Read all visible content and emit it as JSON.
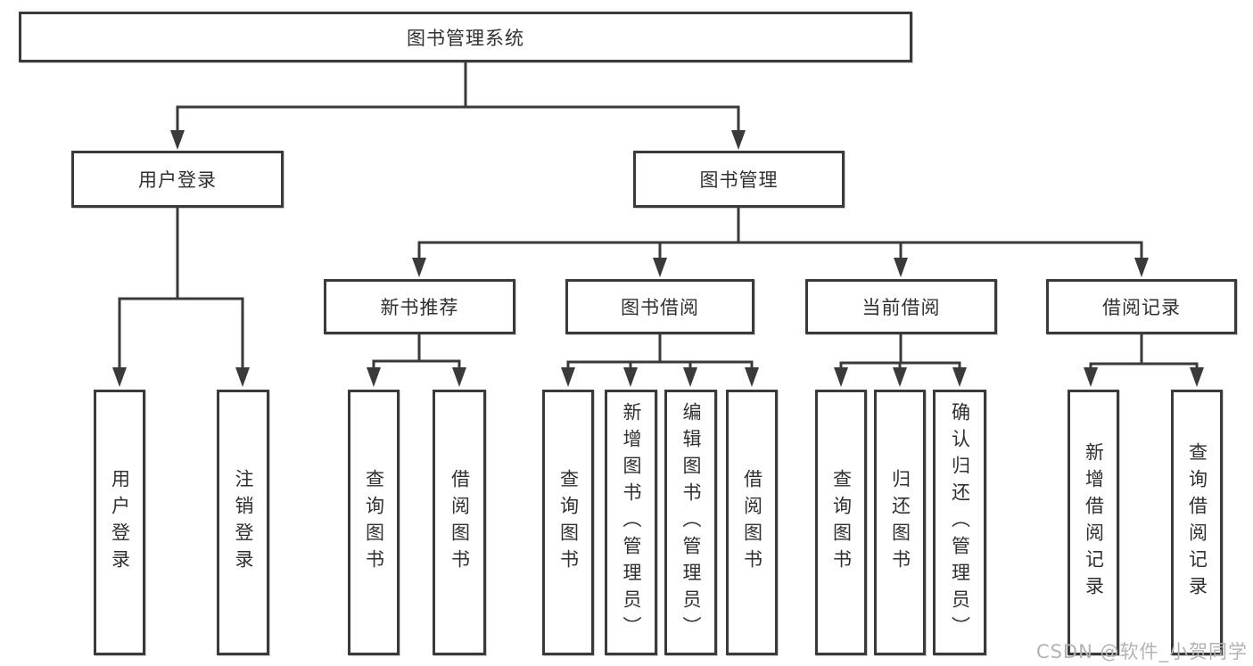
{
  "diagram_type": "hierarchy-tree",
  "colors": {
    "line": "#3a3a3a",
    "box_border": "#3a3a3a",
    "text": "#303030",
    "background": "#ffffff",
    "watermark": "#b3b3b3"
  },
  "tree": {
    "label": "图书管理系统",
    "children": [
      {
        "label": "用户登录",
        "children": [
          {
            "label": "用户登录"
          },
          {
            "label": "注销登录"
          }
        ]
      },
      {
        "label": "图书管理",
        "children": [
          {
            "label": "新书推荐",
            "children": [
              {
                "label": "查询图书"
              },
              {
                "label": "借阅图书"
              }
            ]
          },
          {
            "label": "图书借阅",
            "children": [
              {
                "label": "查询图书"
              },
              {
                "label": "新增图书（管理员）"
              },
              {
                "label": "编辑图书（管理员）"
              },
              {
                "label": "借阅图书"
              }
            ]
          },
          {
            "label": "当前借阅",
            "children": [
              {
                "label": "查询图书"
              },
              {
                "label": "归还图书"
              },
              {
                "label": "确认归还（管理员）"
              }
            ]
          },
          {
            "label": "借阅记录",
            "children": [
              {
                "label": "新增借阅记录"
              },
              {
                "label": "查询借阅记录"
              }
            ]
          }
        ]
      }
    ]
  },
  "watermark": {
    "label": "CSDN @软件_小贺同学"
  }
}
